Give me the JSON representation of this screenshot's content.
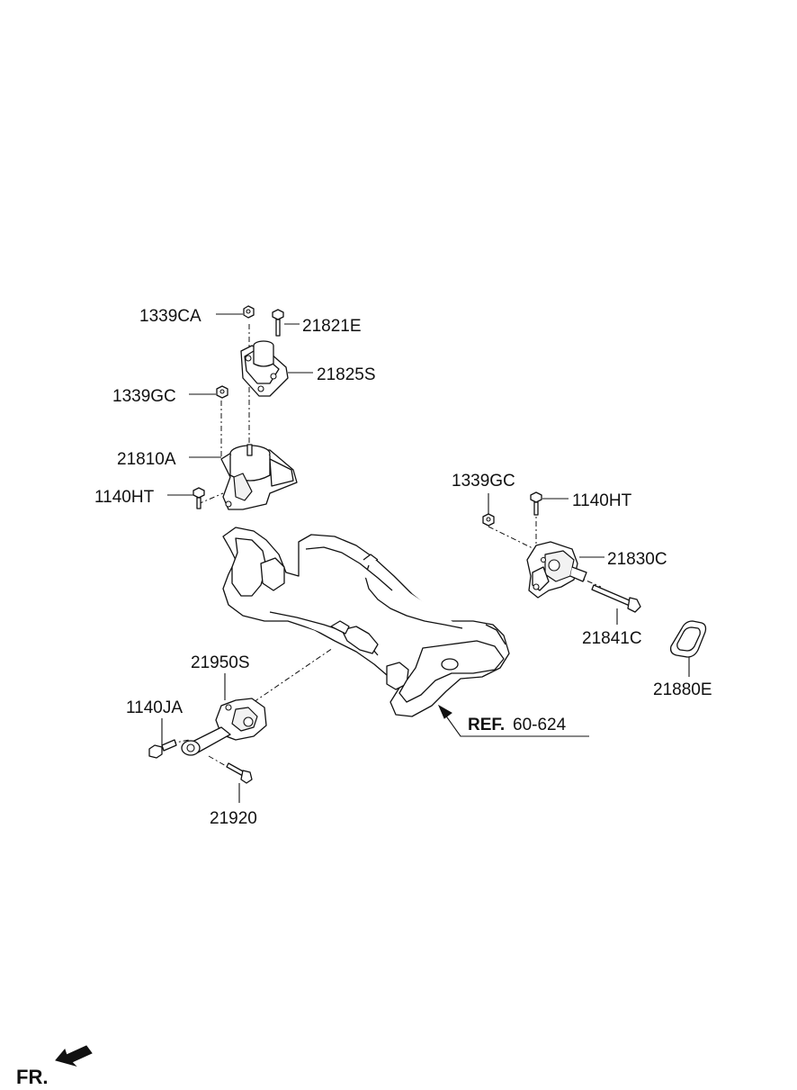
{
  "labels": {
    "p1339CA": "1339CA",
    "p21821E": "21821E",
    "p21825S": "21825S",
    "p1339GC_left": "1339GC",
    "p21810A": "21810A",
    "p1140HT_left": "1140HT",
    "p1339GC_right": "1339GC",
    "p1140HT_right": "1140HT",
    "p21830C": "21830C",
    "p21841C": "21841C",
    "p21880E": "21880E",
    "p21950S": "21950S",
    "p1140JA": "1140JA",
    "p21920": "21920",
    "ref_prefix": "REF.",
    "ref_number": "60-624",
    "front": "FR."
  }
}
